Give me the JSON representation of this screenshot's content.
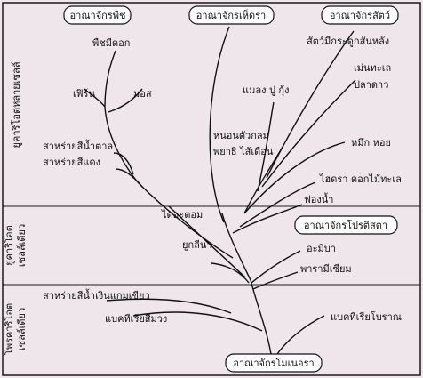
{
  "colors": {
    "background": "#efe6ec",
    "border": "#1a1a1a",
    "text": "#111111"
  },
  "zones": [
    "ยูคาริโอตหลายเซลล์",
    "ยูคาริโอต",
    "เซลล์เดียว",
    "โพรคาริโอต",
    "เซลล์เดียว"
  ],
  "kingdoms": {
    "plant": "อาณาจักรพืช",
    "fungi": "อาณาจักรเห็ดรา",
    "animal": "อาณาจักรสัตว์",
    "protist": "อาณาจักรโปรติสตา",
    "monera": "อาณาจักรโมเนอรา"
  },
  "labels": {
    "flowering_plants": "พืชมีดอก",
    "ferns": "เฟิร์น",
    "mosses": "มอส",
    "brown_algae": "สาหร่ายสีน้ำตาล",
    "red_algae": "สาหร่ายสีแดง",
    "vertebrates": "สัตว์มีกระดูกสันหลัง",
    "sea_squirts": "เม่นทะเล",
    "starfish": "ปลาดาว",
    "insects_crabs": "แมลง ปู กุ้ง",
    "roundworms": "หนอนตัวกลม",
    "flatworms": "พยาธิ ไส้เดือน",
    "mollusks": "หมึก หอย",
    "cnidarians": "ไฮดรา ดอกไม้ทะเล",
    "sponges": "ฟองน้ำ",
    "diatoms": "ไดอะตอม",
    "euglena": "ยูกลีนา",
    "amoeba": "อะมีบา",
    "paramecium": "พารามีเซียม",
    "blue_green_algae": "สาหร่ายสีน้ำเงินแกมเขียว",
    "purple_bacteria": "แบคทีเรียสีม่วง",
    "archaebacteria": "แบคทีเรียโบราณ"
  }
}
